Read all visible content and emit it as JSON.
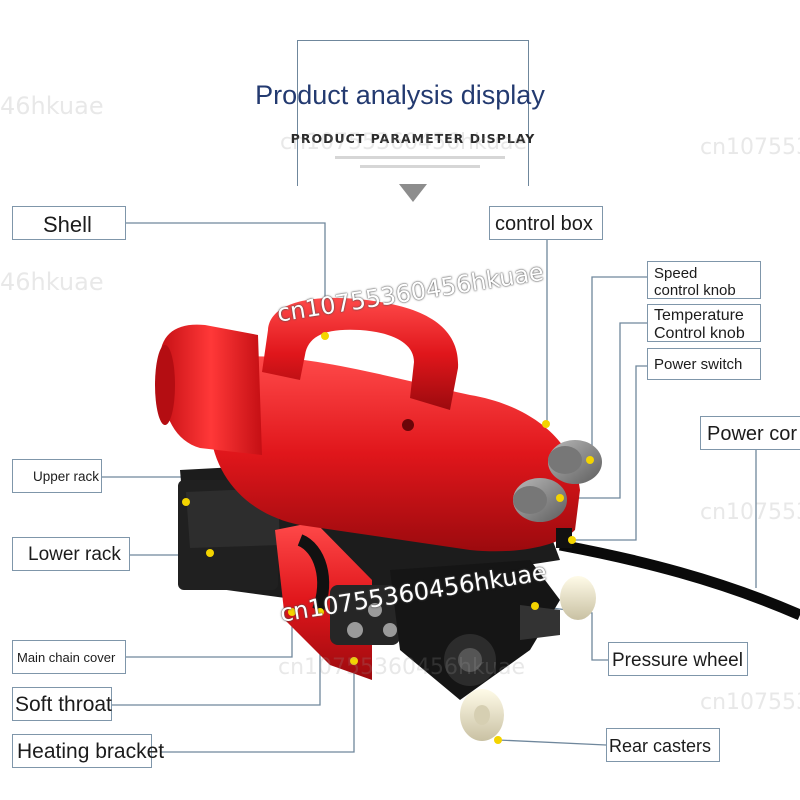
{
  "title": "Product analysis display",
  "subtitle": "PRODUCT PARAMETER DISPLAY",
  "watermark": "cn10755360456hkuae",
  "watermark_fragment": "46hkuae",
  "labels": {
    "shell": "Shell",
    "control_box": "control box",
    "speed_knob_line1": "Speed",
    "speed_knob_line2": "control knob",
    "temp_knob_line1": "Temperature",
    "temp_knob_line2": "Control knob",
    "power_switch": "Power switch",
    "power_cord": "Power cor",
    "upper_rack": "Upper rack",
    "lower_rack": "Lower rack",
    "main_chain_cover": "Main chain cover",
    "soft_throat": "Soft throat",
    "heating_bracket": "Heating bracket",
    "pressure_wheel": "Pressure wheel",
    "rear_casters": "Rear casters"
  },
  "colors": {
    "title": "#233a70",
    "machine_red": "#e0161b",
    "machine_black": "#1a1a1a",
    "callout_dot": "#f4d400",
    "leader_line": "#6f879c"
  }
}
